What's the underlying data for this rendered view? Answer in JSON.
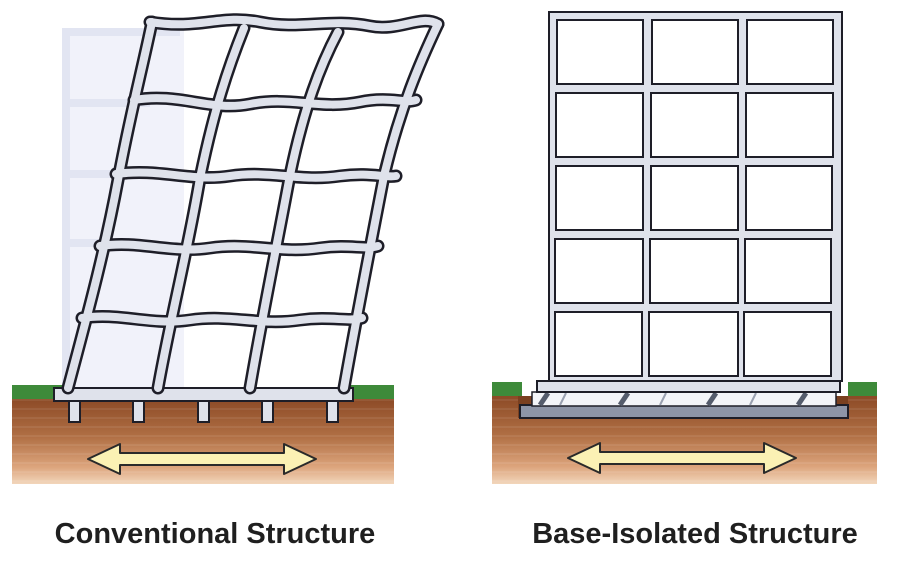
{
  "panels": [
    {
      "id": "conventional",
      "caption": "Conventional Structure"
    },
    {
      "id": "base-isolated",
      "caption": "Base-Isolated Structure"
    }
  ],
  "colors": {
    "frame_fill": "#dfe2eb",
    "frame_outline": "#1e1e28",
    "ghost_frame": "#e9ebf6",
    "soil_top": "#8c4a26",
    "soil_bottom": "#f1d2b3",
    "grass": "#3e8a3a",
    "arrow_fill": "#fbf1b4",
    "arrow_outline": "#2a2a2a",
    "isolator_plate": "#8e95a7",
    "isolator_band": "#555c6c"
  },
  "icons": {
    "motion_arrow": "double-headed-arrow-icon"
  }
}
